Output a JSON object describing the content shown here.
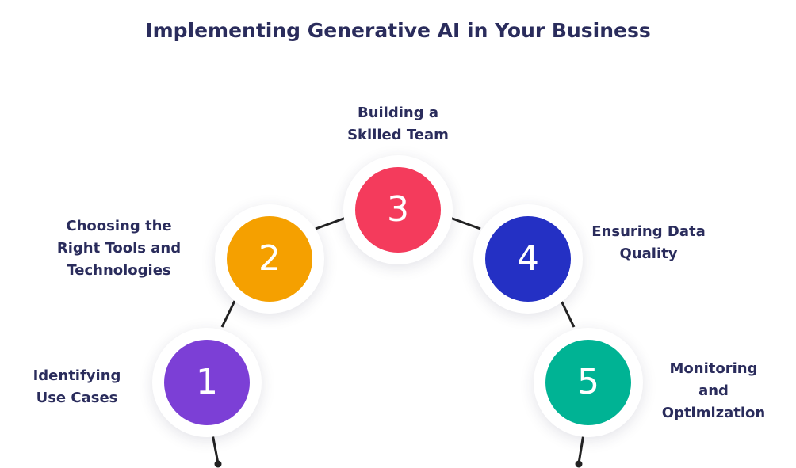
{
  "title": "Implementing Generative AI in Your Business",
  "colors": {
    "title": "#2a2c5c",
    "label": "#2a2c5c",
    "connector": "#222222"
  },
  "steps": [
    {
      "number": "1",
      "lines": [
        "Identifying",
        "Use Cases"
      ],
      "color": "#7c3fd6"
    },
    {
      "number": "2",
      "lines": [
        "Choosing the",
        "Right Tools and",
        "Technologies"
      ],
      "color": "#f5a000"
    },
    {
      "number": "3",
      "lines": [
        "Building a",
        "Skilled Team"
      ],
      "color": "#f43b5c"
    },
    {
      "number": "4",
      "lines": [
        "Ensuring Data",
        "Quality"
      ],
      "color": "#2430c4"
    },
    {
      "number": "5",
      "lines": [
        "Monitoring",
        "and",
        "Optimization"
      ],
      "color": "#00b394"
    }
  ]
}
